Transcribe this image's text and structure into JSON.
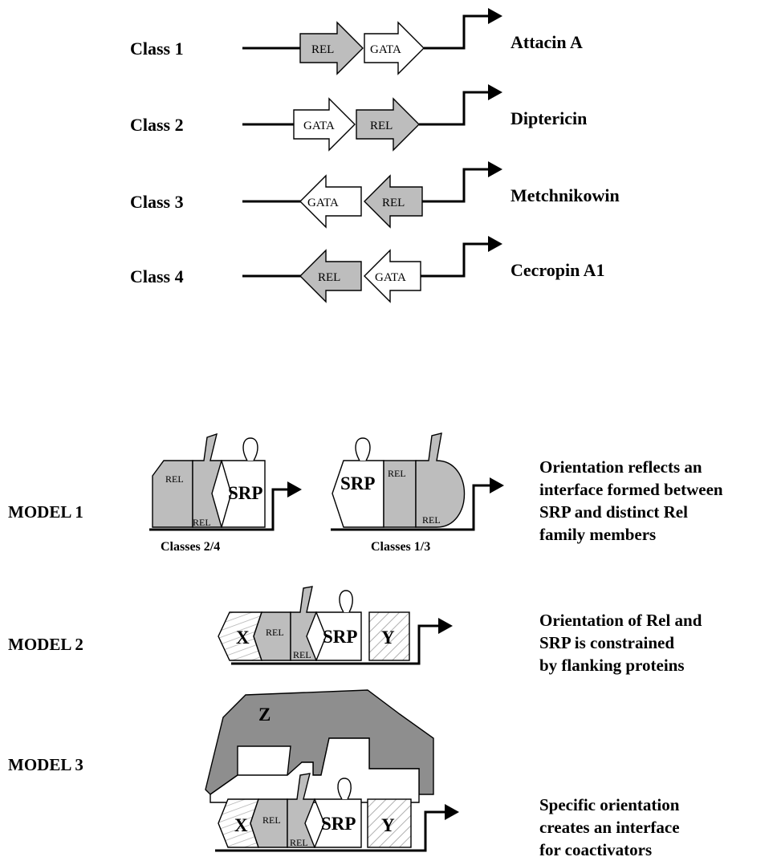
{
  "classes": [
    {
      "label": "Class 1",
      "gene": "Attacin A",
      "box1": "REL",
      "box2": "GATA"
    },
    {
      "label": "Class 2",
      "gene": "Diptericin",
      "box1": "GATA",
      "box2": "REL"
    },
    {
      "label": "Class 3",
      "gene": "Metchnikowin",
      "box1": "GATA",
      "box2": "REL"
    },
    {
      "label": "Class 4",
      "gene": "Cecropin A1",
      "box1": "REL",
      "box2": "GATA"
    }
  ],
  "models": [
    {
      "label": "MODEL 1",
      "desc": [
        "Orientation reflects an",
        "interface formed between",
        "SRP and distinct Rel",
        "family members"
      ],
      "captions": [
        "Classes 2/4",
        "Classes 1/3"
      ]
    },
    {
      "label": "MODEL 2",
      "desc": [
        "Orientation of Rel and",
        "SRP is constrained",
        "by flanking proteins"
      ]
    },
    {
      "label": "MODEL 3",
      "desc": [
        "Specific orientation",
        "creates an interface",
        "for coactivators"
      ]
    }
  ],
  "proteins": {
    "rel": "REL",
    "srp": "SRP",
    "x": "X",
    "y": "Y",
    "z": "Z"
  },
  "colors": {
    "rel_fill": "#bdbdbd",
    "gata_fill": "#ffffff",
    "z_fill": "#8e8e8e"
  }
}
